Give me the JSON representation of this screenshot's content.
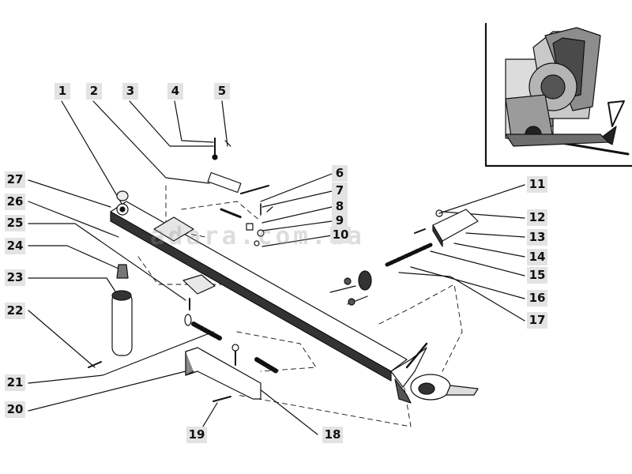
{
  "callouts": [
    "1",
    "2",
    "3",
    "4",
    "5",
    "6",
    "7",
    "8",
    "9",
    "10",
    "11",
    "12",
    "13",
    "14",
    "15",
    "16",
    "17",
    "18",
    "19",
    "20",
    "21",
    "22",
    "23",
    "24",
    "25",
    "26",
    "27"
  ],
  "watermark": "adara.com.ua"
}
